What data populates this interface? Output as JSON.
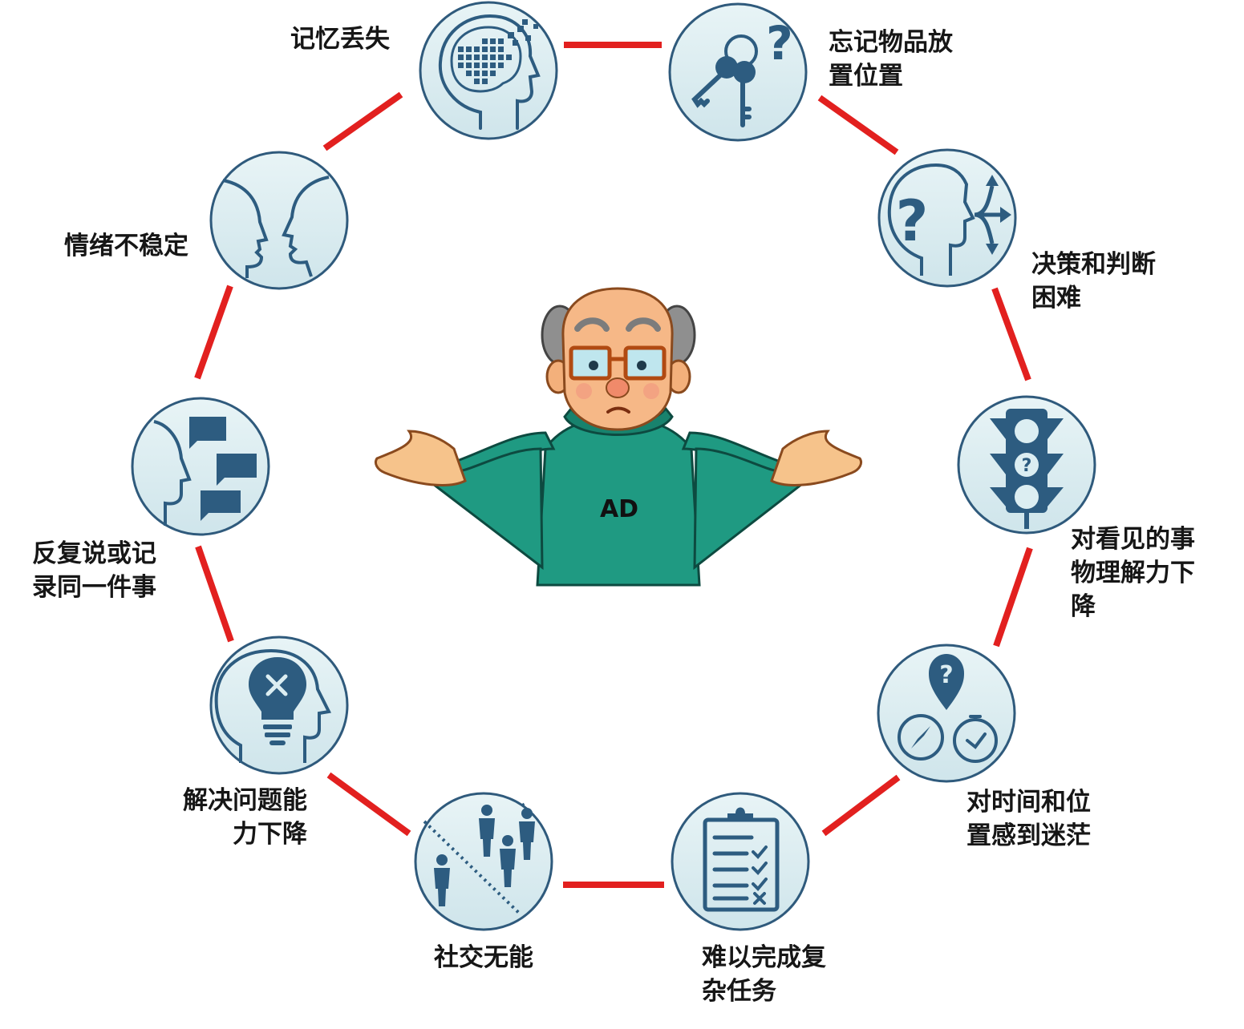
{
  "center": {
    "badge": "AD"
  },
  "colors": {
    "ring_line": "#e2201f",
    "circle_fill": "#dceef2",
    "circle_stroke": "#2f5a7c",
    "icon": "#2d5c80",
    "sweater": "#1f9a82"
  },
  "symptoms": [
    {
      "icon": "brain-pixel-head-icon",
      "lines": [
        "记忆丢失"
      ]
    },
    {
      "icon": "keys-question-icon",
      "lines": [
        "忘记物品放",
        "置位置"
      ]
    },
    {
      "icon": "head-question-arrows-icon",
      "lines": [
        "决策和判断",
        "困难"
      ]
    },
    {
      "icon": "traffic-light-question-icon",
      "lines": [
        "对看见的事",
        "物理解力下",
        "降"
      ]
    },
    {
      "icon": "location-compass-timer-icon",
      "lines": [
        "对时间和位",
        "置感到迷茫"
      ]
    },
    {
      "icon": "clipboard-checklist-icon",
      "lines": [
        "难以完成复",
        "杂任务"
      ]
    },
    {
      "icon": "isolated-person-icon",
      "lines": [
        "社交无能"
      ]
    },
    {
      "icon": "head-bulb-x-icon",
      "lines": [
        "解决问题能",
        "力下降"
      ]
    },
    {
      "icon": "head-speech-bubbles-icon",
      "lines": [
        "反复说或记",
        "录同一件事"
      ]
    },
    {
      "icon": "facing-faces-icon",
      "lines": [
        "情绪不稳定"
      ]
    }
  ]
}
